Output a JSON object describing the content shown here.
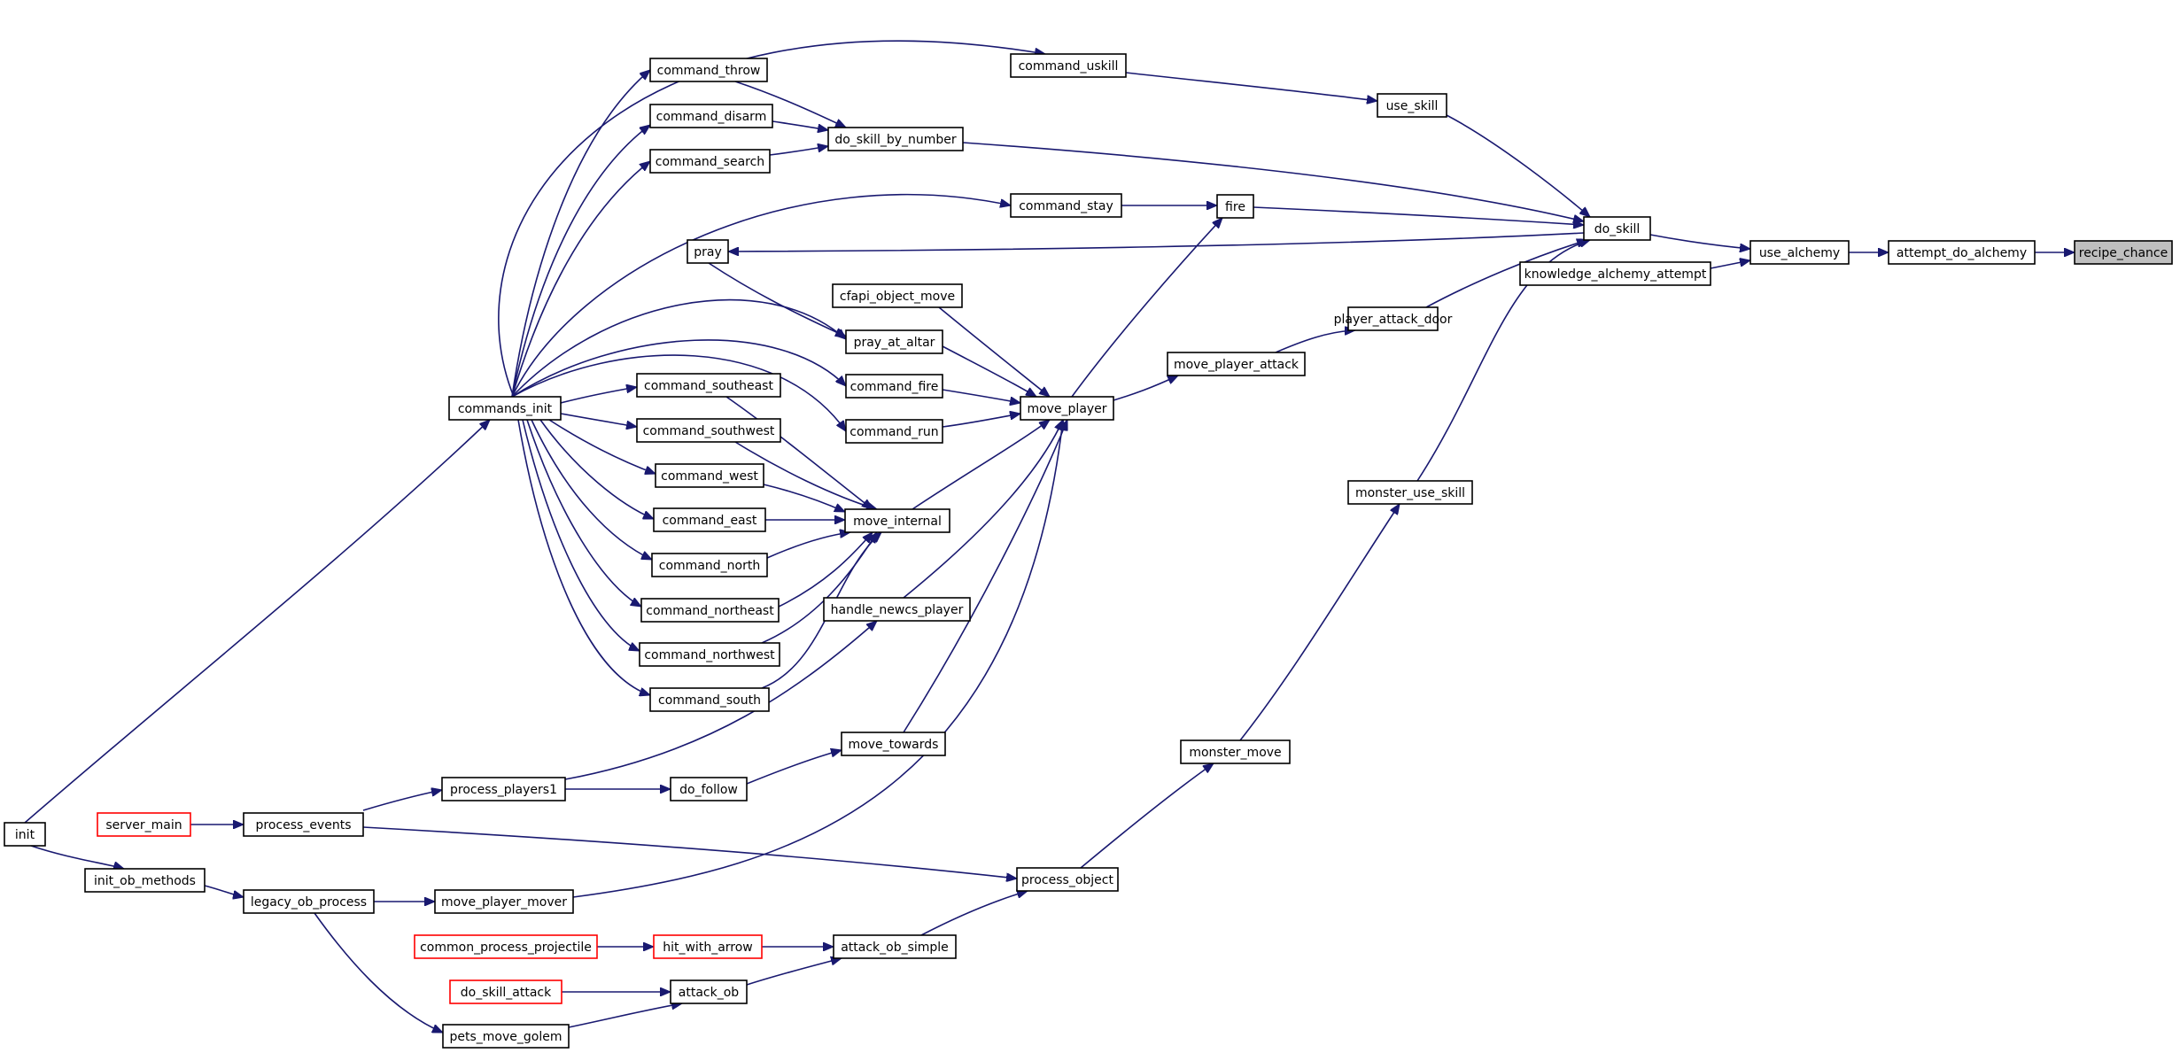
{
  "diagram": {
    "type": "call-graph",
    "edge_color": "#191970",
    "node_border_color": "#000000",
    "truncated_border_color": "#ff0000",
    "root_fill": "#bfbfbf",
    "nodes": [
      {
        "id": "recipe_chance",
        "label": "recipe_chance",
        "root": true
      },
      {
        "id": "attempt_do_alchemy",
        "label": "attempt_do_alchemy"
      },
      {
        "id": "use_alchemy",
        "label": "use_alchemy"
      },
      {
        "id": "do_skill",
        "label": "do_skill"
      },
      {
        "id": "knowledge_alchemy_attempt",
        "label": "knowledge_alchemy_attempt"
      },
      {
        "id": "use_skill",
        "label": "use_skill"
      },
      {
        "id": "command_uskill",
        "label": "command_uskill"
      },
      {
        "id": "do_skill_by_number",
        "label": "do_skill_by_number"
      },
      {
        "id": "command_throw",
        "label": "command_throw"
      },
      {
        "id": "command_disarm",
        "label": "command_disarm"
      },
      {
        "id": "command_search",
        "label": "command_search"
      },
      {
        "id": "fire",
        "label": "fire"
      },
      {
        "id": "command_stay",
        "label": "command_stay"
      },
      {
        "id": "pray",
        "label": "pray"
      },
      {
        "id": "pray_at_altar",
        "label": "pray_at_altar"
      },
      {
        "id": "cfapi_object_move",
        "label": "cfapi_object_move"
      },
      {
        "id": "player_attack_door",
        "label": "player_attack_door"
      },
      {
        "id": "move_player_attack",
        "label": "move_player_attack"
      },
      {
        "id": "move_player",
        "label": "move_player"
      },
      {
        "id": "command_fire",
        "label": "command_fire"
      },
      {
        "id": "command_run",
        "label": "command_run"
      },
      {
        "id": "commands_init",
        "label": "commands_init"
      },
      {
        "id": "command_southeast",
        "label": "command_southeast"
      },
      {
        "id": "command_southwest",
        "label": "command_southwest"
      },
      {
        "id": "command_west",
        "label": "command_west"
      },
      {
        "id": "command_east",
        "label": "command_east"
      },
      {
        "id": "command_north",
        "label": "command_north"
      },
      {
        "id": "command_northeast",
        "label": "command_northeast"
      },
      {
        "id": "command_northwest",
        "label": "command_northwest"
      },
      {
        "id": "command_south",
        "label": "command_south"
      },
      {
        "id": "move_internal",
        "label": "move_internal"
      },
      {
        "id": "handle_newcs_player",
        "label": "handle_newcs_player"
      },
      {
        "id": "monster_use_skill",
        "label": "monster_use_skill"
      },
      {
        "id": "move_towards",
        "label": "move_towards"
      },
      {
        "id": "monster_move",
        "label": "monster_move"
      },
      {
        "id": "process_players1",
        "label": "process_players1"
      },
      {
        "id": "do_follow",
        "label": "do_follow"
      },
      {
        "id": "server_main",
        "label": "server_main",
        "truncated": true
      },
      {
        "id": "process_events",
        "label": "process_events"
      },
      {
        "id": "init",
        "label": "init"
      },
      {
        "id": "init_ob_methods",
        "label": "init_ob_methods"
      },
      {
        "id": "legacy_ob_process",
        "label": "legacy_ob_process"
      },
      {
        "id": "move_player_mover",
        "label": "move_player_mover"
      },
      {
        "id": "process_object",
        "label": "process_object"
      },
      {
        "id": "common_process_projectile",
        "label": "common_process_projectile",
        "truncated": true
      },
      {
        "id": "hit_with_arrow",
        "label": "hit_with_arrow",
        "truncated": true
      },
      {
        "id": "attack_ob_simple",
        "label": "attack_ob_simple"
      },
      {
        "id": "do_skill_attack",
        "label": "do_skill_attack",
        "truncated": true
      },
      {
        "id": "attack_ob",
        "label": "attack_ob"
      },
      {
        "id": "pets_move_golem",
        "label": "pets_move_golem"
      }
    ],
    "edges": [
      {
        "from": "attempt_do_alchemy",
        "to": "recipe_chance"
      },
      {
        "from": "use_alchemy",
        "to": "attempt_do_alchemy"
      },
      {
        "from": "do_skill",
        "to": "use_alchemy"
      },
      {
        "from": "knowledge_alchemy_attempt",
        "to": "use_alchemy"
      },
      {
        "from": "use_skill",
        "to": "do_skill"
      },
      {
        "from": "do_skill_by_number",
        "to": "do_skill"
      },
      {
        "from": "fire",
        "to": "do_skill"
      },
      {
        "from": "do_skill",
        "to": "pray"
      },
      {
        "from": "player_attack_door",
        "to": "do_skill"
      },
      {
        "from": "monster_use_skill",
        "to": "do_skill"
      },
      {
        "from": "command_uskill",
        "to": "use_skill"
      },
      {
        "from": "command_throw",
        "to": "do_skill_by_number"
      },
      {
        "from": "command_disarm",
        "to": "do_skill_by_number"
      },
      {
        "from": "command_search",
        "to": "do_skill_by_number"
      },
      {
        "from": "command_stay",
        "to": "fire"
      },
      {
        "from": "move_player",
        "to": "fire"
      },
      {
        "from": "pray",
        "to": "pray_at_altar"
      },
      {
        "from": "move_player_attack",
        "to": "player_attack_door"
      },
      {
        "from": "move_player",
        "to": "move_player_attack"
      },
      {
        "from": "cfapi_object_move",
        "to": "move_player"
      },
      {
        "from": "pray_at_altar",
        "to": "move_player"
      },
      {
        "from": "command_fire",
        "to": "move_player"
      },
      {
        "from": "command_run",
        "to": "move_player"
      },
      {
        "from": "move_internal",
        "to": "move_player"
      },
      {
        "from": "handle_newcs_player",
        "to": "move_player"
      },
      {
        "from": "move_towards",
        "to": "move_player"
      },
      {
        "from": "move_player_mover",
        "to": "move_player"
      },
      {
        "from": "commands_init",
        "to": "command_uskill"
      },
      {
        "from": "commands_init",
        "to": "command_throw"
      },
      {
        "from": "commands_init",
        "to": "command_disarm"
      },
      {
        "from": "commands_init",
        "to": "command_search"
      },
      {
        "from": "commands_init",
        "to": "command_stay"
      },
      {
        "from": "commands_init",
        "to": "pray_at_altar"
      },
      {
        "from": "commands_init",
        "to": "command_fire"
      },
      {
        "from": "commands_init",
        "to": "command_run"
      },
      {
        "from": "commands_init",
        "to": "command_southeast"
      },
      {
        "from": "commands_init",
        "to": "command_southwest"
      },
      {
        "from": "commands_init",
        "to": "command_west"
      },
      {
        "from": "commands_init",
        "to": "command_east"
      },
      {
        "from": "commands_init",
        "to": "command_north"
      },
      {
        "from": "commands_init",
        "to": "command_northeast"
      },
      {
        "from": "commands_init",
        "to": "command_northwest"
      },
      {
        "from": "commands_init",
        "to": "command_south"
      },
      {
        "from": "command_southeast",
        "to": "move_internal"
      },
      {
        "from": "command_southwest",
        "to": "move_internal"
      },
      {
        "from": "command_west",
        "to": "move_internal"
      },
      {
        "from": "command_east",
        "to": "move_internal"
      },
      {
        "from": "command_north",
        "to": "move_internal"
      },
      {
        "from": "command_northeast",
        "to": "move_internal"
      },
      {
        "from": "command_northwest",
        "to": "move_internal"
      },
      {
        "from": "command_south",
        "to": "move_internal"
      },
      {
        "from": "init",
        "to": "commands_init"
      },
      {
        "from": "process_players1",
        "to": "handle_newcs_player"
      },
      {
        "from": "monster_move",
        "to": "monster_use_skill"
      },
      {
        "from": "do_follow",
        "to": "move_towards"
      },
      {
        "from": "process_object",
        "to": "monster_move"
      },
      {
        "from": "process_players1",
        "to": "do_follow"
      },
      {
        "from": "process_events",
        "to": "process_players1"
      },
      {
        "from": "server_main",
        "to": "process_events"
      },
      {
        "from": "init_ob_methods",
        "to": "legacy_ob_process"
      },
      {
        "from": "init",
        "to": "init_ob_methods"
      },
      {
        "from": "legacy_ob_process",
        "to": "move_player_mover"
      },
      {
        "from": "process_events",
        "to": "process_object"
      },
      {
        "from": "attack_ob_simple",
        "to": "process_object"
      },
      {
        "from": "common_process_projectile",
        "to": "hit_with_arrow"
      },
      {
        "from": "hit_with_arrow",
        "to": "attack_ob_simple"
      },
      {
        "from": "attack_ob",
        "to": "attack_ob_simple"
      },
      {
        "from": "do_skill_attack",
        "to": "attack_ob"
      },
      {
        "from": "pets_move_golem",
        "to": "attack_ob"
      },
      {
        "from": "legacy_ob_process",
        "to": "pets_move_golem"
      }
    ]
  }
}
